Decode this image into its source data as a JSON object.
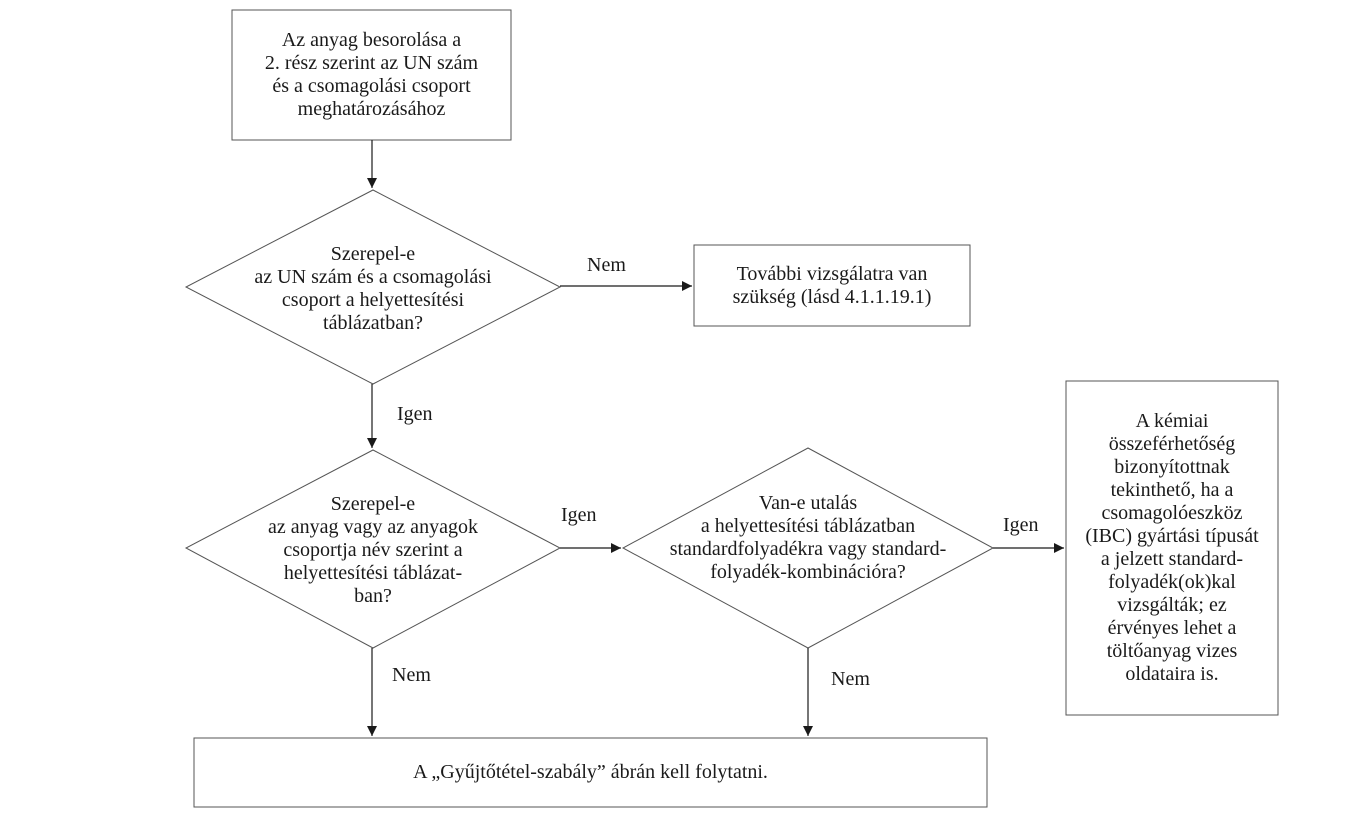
{
  "nodes": {
    "start": {
      "lines": [
        "Az anyag besorolása a",
        "2. rész szerint az UN szám",
        "és a csomagolási csoport",
        "meghatározásához"
      ]
    },
    "q1": {
      "lines": [
        "Szerepel-e",
        "az UN szám és a csomagolási",
        "csoport a helyettesítési",
        "táblázatban?"
      ]
    },
    "further": {
      "lines": [
        "További vizsgálatra van",
        "szükség (lásd 4.1.1.19.1)"
      ]
    },
    "q2": {
      "lines": [
        "Szerepel-e",
        "az anyag vagy az anyagok",
        "csoportja név szerint a",
        "helyettesítési táblázat-",
        "ban?"
      ]
    },
    "q3": {
      "lines": [
        "Van-e utalás",
        "a helyettesítési táblázatban",
        "standardfolyadékra vagy standard-",
        "folyadék-kombinációra?"
      ]
    },
    "chem": {
      "lines": [
        "A kémiai",
        "összeférhetőség",
        "bizonyítottnak",
        "tekinthető, ha a",
        "csomagolóeszköz",
        "(IBC) gyártási típusát",
        "a jelzett standard-",
        "folyadék(ok)kal",
        "vizsgálták; ez",
        "érvényes lehet a",
        "töltőanyag vizes",
        "oldataira is."
      ]
    },
    "collective": {
      "lines": [
        "A „Gyűjtőtétel-szabály” ábrán kell folytatni."
      ]
    }
  },
  "edge_labels": {
    "q1_no": "Nem",
    "q1_yes": "Igen",
    "q2_yes": "Igen",
    "q3_yes": "Igen",
    "q2_no": "Nem",
    "q3_no": "Nem"
  }
}
